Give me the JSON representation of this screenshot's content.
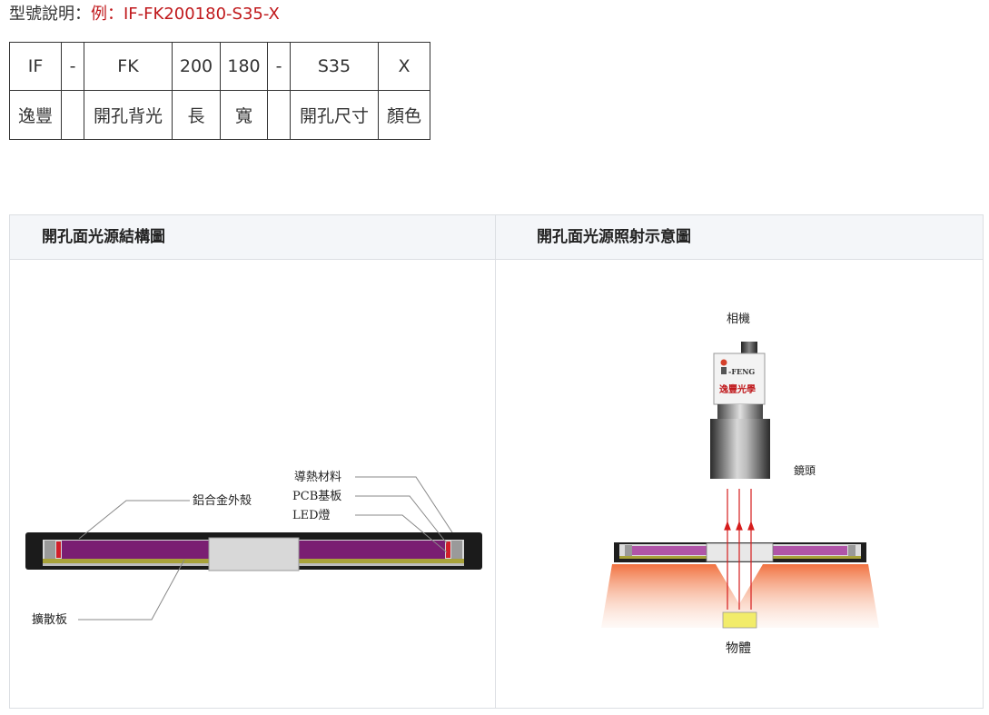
{
  "model_explanation": {
    "label": "型號說明：",
    "example": "例：IF-FK200180-S35-X"
  },
  "model_table": {
    "codes": [
      "IF",
      "-",
      "FK",
      "200",
      "180",
      "-",
      "S35",
      "X"
    ],
    "meanings": [
      "逸豐",
      "",
      "開孔背光",
      "長",
      "寬",
      "",
      "開孔尺寸",
      "顏色"
    ]
  },
  "structure_panel": {
    "title": "開孔面光源結構圖",
    "labels": {
      "heat_material": "導熱材料",
      "pcb": "PCB基板",
      "led": "LED燈",
      "shell": "鋁合金外殼",
      "diffuser": "擴散板"
    }
  },
  "illumination_panel": {
    "title": "開孔面光源照射示意圖",
    "labels": {
      "camera": "相機",
      "lens": "鏡頭",
      "object": "物體",
      "brand_en": "-FENG",
      "brand_cn": "逸豐光學"
    }
  },
  "colors": {
    "example_red": "#c0191c",
    "led_purple": "#7a1e72",
    "pcb_olive": "#a8a23a",
    "glow_orange": "#f07a45",
    "object_yellow": "#f2ec6a"
  }
}
